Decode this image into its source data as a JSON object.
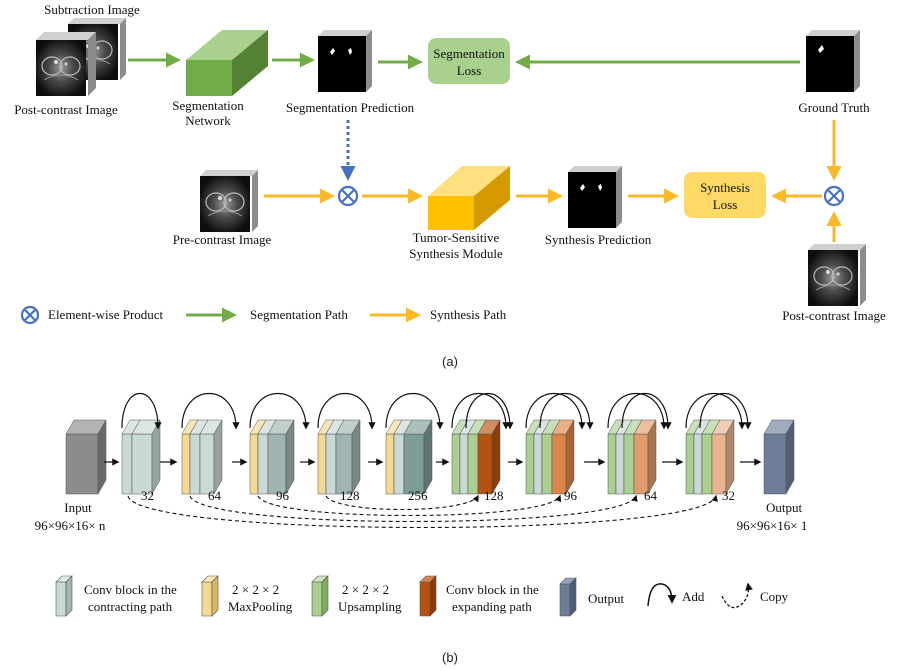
{
  "colors": {
    "segmentation_path": "#70ad47",
    "synthesis_path": "#fbb928",
    "dotted_link": "#4472c4",
    "seg_loss_fill": "#a9d18e",
    "syn_loss_fill": "#ffd966",
    "seg_network": "#70ad47",
    "syn_module": "#ffc000",
    "conv_contracting": "#c9d9d6",
    "maxpool": "#f5d991",
    "upsampling": "#a9cf91",
    "conv_expanding": "#b5520f",
    "output_block": "#6d7d99",
    "input_block": "#8c8c8c"
  },
  "panel_a": {
    "subtraction_image": "Subtraction Image",
    "post_contrast_image": "Post-contrast Image",
    "segmentation_network_line1": "Segmentation",
    "segmentation_network_line2": "Network",
    "segmentation_prediction": "Segmentation Prediction",
    "segmentation_loss_line1": "Segmentation",
    "segmentation_loss_line2": "Loss",
    "ground_truth": "Ground Truth",
    "pre_contrast_image": "Pre-contrast Image",
    "tumor_module_line1": "Tumor-Sensitive",
    "tumor_module_line2": "Synthesis Module",
    "synthesis_prediction": "Synthesis Prediction",
    "synthesis_loss_line1": "Synthesis",
    "synthesis_loss_line2": "Loss",
    "post_contrast_image_right": "Post-contrast Image",
    "legend_product": "Element-wise Product",
    "legend_seg_path": "Segmentation Path",
    "legend_syn_path": "Synthesis Path",
    "caption": "(a)"
  },
  "panel_b": {
    "input_label": "Input",
    "input_dims": "96×96×16× n",
    "output_label": "Output",
    "output_dims": "96×96×16× 1",
    "channels": [
      "32",
      "64",
      "96",
      "128",
      "256",
      "128",
      "96",
      "64",
      "32"
    ],
    "legend_conv_contracting_line1": "Conv block in the",
    "legend_conv_contracting_line2": "contracting path",
    "legend_maxpool_line1": "2 × 2 × 2",
    "legend_maxpool_line2": "MaxPooling",
    "legend_upsampling_line1": "2 × 2 × 2",
    "legend_upsampling_line2": "Upsampling",
    "legend_conv_expanding_line1": "Conv block in the",
    "legend_conv_expanding_line2": "expanding path",
    "legend_output": "Output",
    "legend_add": "Add",
    "legend_copy": "Copy",
    "caption": "(b)"
  }
}
